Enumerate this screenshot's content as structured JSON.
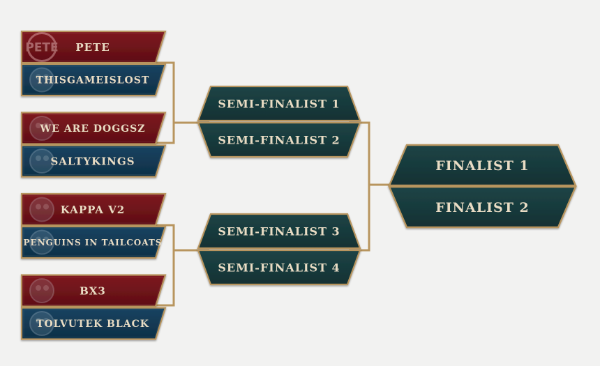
{
  "colors": {
    "background": "#f2f2f1",
    "gold_border": "#b8955e",
    "red_banner": "#6e1218",
    "navy_banner": "#123750",
    "teal_banner": "#17383a",
    "label_text": "#e9dcc4"
  },
  "round1": {
    "teams": [
      {
        "name": "PETE",
        "color": "red",
        "logo": "pete-logo-icon",
        "logo_text": "PETE"
      },
      {
        "name": "THISGAMEISLOST",
        "color": "navy",
        "logo": "thisgameislost-logo-icon"
      },
      {
        "name": "WE ARE DOGGSZ",
        "color": "red",
        "logo": "doggsz-logo-icon"
      },
      {
        "name": "SALTYKINGS",
        "color": "navy",
        "logo": "saltykings-logo-icon"
      },
      {
        "name": "KAPPA V2",
        "color": "red",
        "logo": "kappa-face-icon"
      },
      {
        "name": "PENGUINS IN TAILCOATS",
        "color": "navy",
        "logo": "penguin-logo-icon"
      },
      {
        "name": "BX3",
        "color": "red",
        "logo": "bx3-logo-icon"
      },
      {
        "name": "TOLVUTEK BLACK",
        "color": "navy",
        "logo": "tolvutek-logo-icon"
      }
    ]
  },
  "semifinal": {
    "slots": [
      "SEMI-FINALIST 1",
      "SEMI-FINALIST 2",
      "SEMI-FINALIST 3",
      "SEMI-FINALIST 4"
    ]
  },
  "final": {
    "slots": [
      "FINALIST 1",
      "FINALIST 2"
    ]
  }
}
